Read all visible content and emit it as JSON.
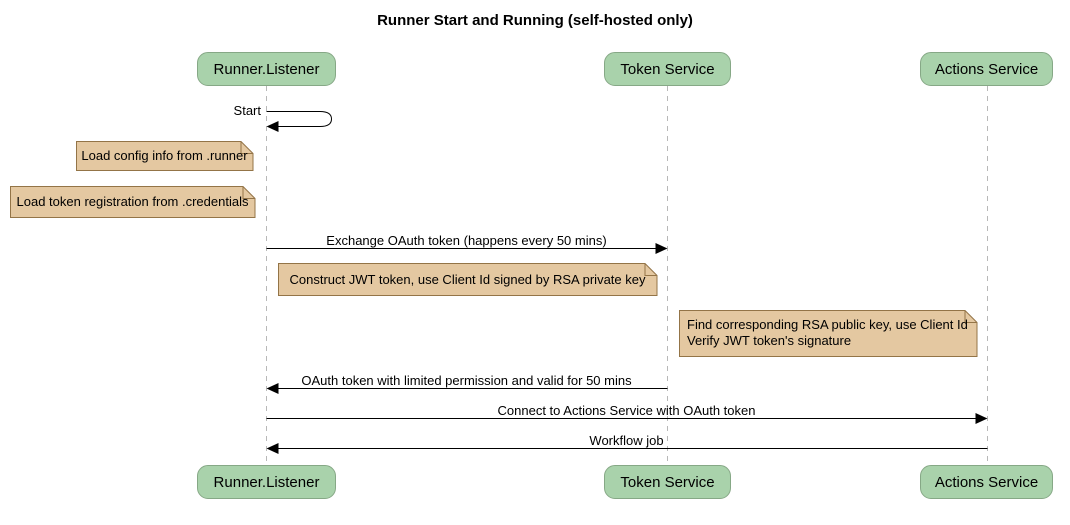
{
  "title": "Runner Start and Running (self-hosted only)",
  "participants": [
    {
      "name": "Runner.Listener"
    },
    {
      "name": "Token Service"
    },
    {
      "name": "Actions Service"
    }
  ],
  "messages": [
    {
      "label": "Start",
      "from": "Runner.Listener",
      "to": "Runner.Listener",
      "type": "self"
    },
    {
      "label": "Exchange OAuth token (happens every 50 mins)",
      "from": "Runner.Listener",
      "to": "Token Service",
      "type": "solid-arrow"
    },
    {
      "label": "OAuth token with limited permission and valid for 50 mins",
      "from": "Token Service",
      "to": "Runner.Listener",
      "type": "solid-arrow"
    },
    {
      "label": "Connect to Actions Service with OAuth token",
      "from": "Runner.Listener",
      "to": "Actions Service",
      "type": "solid-arrow"
    },
    {
      "label": "Workflow job",
      "from": "Actions Service",
      "to": "Runner.Listener",
      "type": "solid-arrow"
    }
  ],
  "notes": [
    {
      "lines": [
        "Load config info from .runner"
      ],
      "position": "left of Runner.Listener"
    },
    {
      "lines": [
        "Load token registration from .credentials"
      ],
      "position": "left of Runner.Listener"
    },
    {
      "lines": [
        "Construct JWT token, use Client Id signed by RSA private key"
      ],
      "position": "between Runner.Listener and Token Service"
    },
    {
      "lines": [
        "Find corresponding RSA public key, use Client Id",
        "Verify JWT token's signature"
      ],
      "position": "right of Token Service"
    }
  ],
  "colors": {
    "participant_fill": "#a9d2ab",
    "participant_border": "#86a886",
    "note_fill": "#e4c8a1",
    "note_border": "#937447",
    "lifeline": "#b8b8b8",
    "arrow": "#000000"
  }
}
